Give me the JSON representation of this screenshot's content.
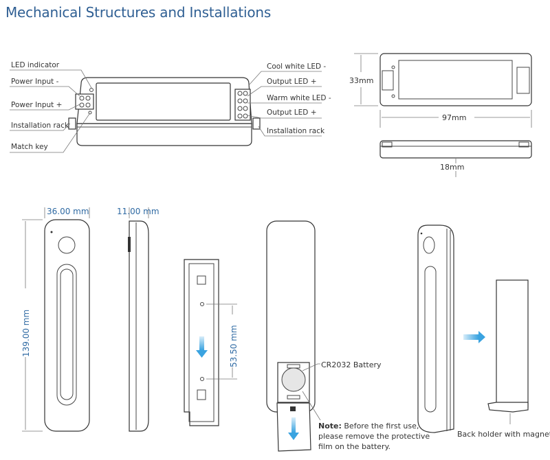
{
  "title": "Mechanical Structures and Installations",
  "controller": {
    "left_labels": [
      "LED indicator",
      "Power Input -",
      "Power Input +",
      "Installation rack",
      "Match key"
    ],
    "right_labels": [
      "Cool white LED -",
      "Output LED +",
      "Warm white LED -",
      "Output LED +",
      "Installation rack"
    ],
    "dimensions": {
      "height": "33mm",
      "length": "97mm",
      "thickness": "18mm"
    }
  },
  "remote": {
    "width": "36.00 mm",
    "thickness": "11.00 mm",
    "height": "139.00 mm",
    "mount_spacing": "53.50 mm",
    "battery_label": "CR2032 Battery",
    "note_bold": "Note:",
    "note_lines": [
      "Before the first use,",
      "please remove the protective",
      "film on the battery."
    ],
    "holder_label": "Back holder with magnet"
  },
  "colors": {
    "title": "#2f5f93",
    "dimension": "#2f6aa3",
    "arrow": "#3aa3e0"
  }
}
